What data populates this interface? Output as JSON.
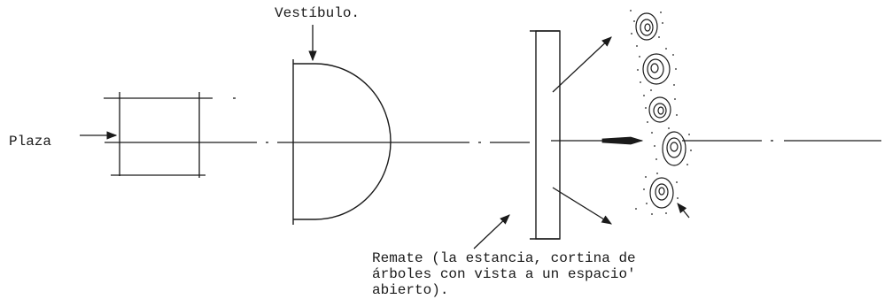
{
  "labels": {
    "plaza": "Plaza",
    "vestibulo": "Vestíbulo.",
    "remate": [
      "Remate (la estancia, cortina de",
      "árboles con vista a un espacio'",
      "abierto)."
    ]
  },
  "colors": {
    "ink": "#1a1a1a",
    "background": "#ffffff"
  }
}
